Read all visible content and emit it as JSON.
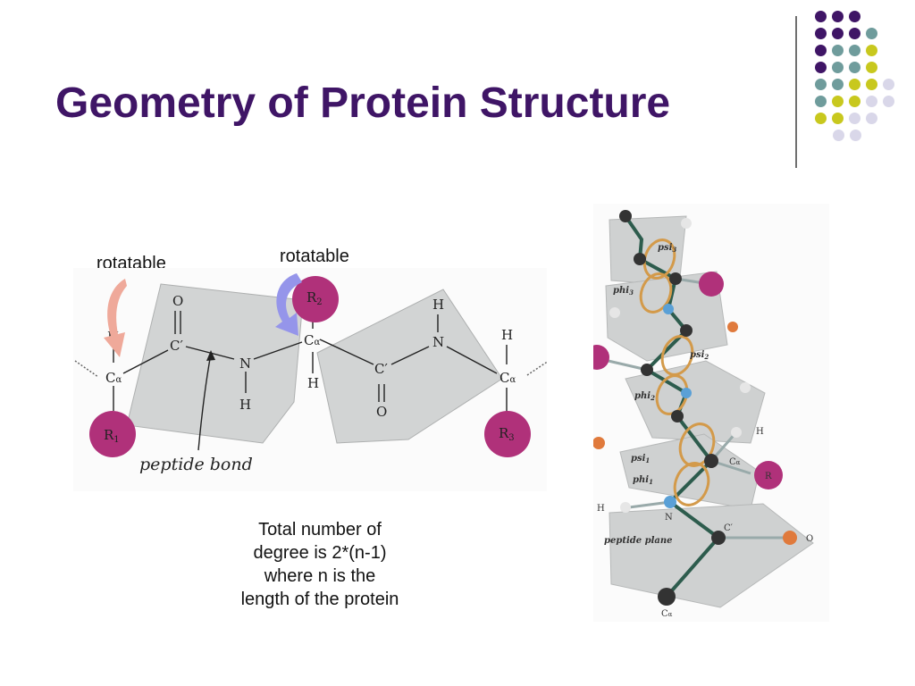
{
  "slide": {
    "title": "Geometry of Protein Structure",
    "label_rotatable_left": "rotatable",
    "label_rotatable_right": "rotatable",
    "note_lines": [
      "Total number of",
      "degree is 2*(n-1)",
      "where n is the",
      "length of the protein"
    ]
  },
  "dipeptide": {
    "atoms": {
      "o_top": "O",
      "c_prime_left": "C′",
      "n_left": "N",
      "h_n_left": "H",
      "h_ca1": "H",
      "ca1_main": "C",
      "ca1_sub": "α",
      "r1_main": "R",
      "r1_sub": "1",
      "r2_main": "R",
      "r2_sub": "2",
      "ca2_main": "C",
      "ca2_sub": "α",
      "h_ca2": "H",
      "c_prime_right": "C′",
      "o_bottom": "O",
      "h_n_right": "H",
      "n_right": "N",
      "h_ca3": "H",
      "ca3_main": "C",
      "ca3_sub": "α",
      "r3_main": "R",
      "r3_sub": "3"
    },
    "peptide_bond_label": "peptide bond"
  },
  "helix": {
    "labels": {
      "psi3": "psi",
      "psi3_sub": "3",
      "phi3": "phi",
      "phi3_sub": "3",
      "psi2": "psi",
      "psi2_sub": "2",
      "phi2": "phi",
      "phi2_sub": "2",
      "psi1": "psi",
      "psi1_sub": "1",
      "phi1": "phi",
      "phi1_sub": "1",
      "h_top": "H",
      "ca_main": "C",
      "ca_sub": "α",
      "r": "R",
      "h_left": "H",
      "n": "N",
      "c_prime": "C′",
      "o": "O",
      "peptide_plane": "peptide plane",
      "ca_bottom_main": "C",
      "ca_bottom_sub": "α"
    }
  },
  "colors": {
    "title": "#3f1566",
    "purple": "#3f1566",
    "teal": "#6f9c9c",
    "yellow": "#c8c81e",
    "lavender": "#d9d7e9",
    "plane_gray": "#d2d4d4",
    "r_group": "#b0317a",
    "arrow_salmon": "#efa99a",
    "arrow_blue": "#9595ea"
  },
  "decor_dot_grid": [
    [
      "purple",
      "purple",
      "purple"
    ],
    [
      "purple",
      "purple",
      "purple",
      "teal"
    ],
    [
      "purple",
      "teal",
      "teal",
      "yellow"
    ],
    [
      "purple",
      "teal",
      "teal",
      "yellow"
    ],
    [
      "teal",
      "teal",
      "yellow",
      "yellow",
      "lavender"
    ],
    [
      "teal",
      "yellow",
      "yellow",
      "lavender",
      "lavender"
    ],
    [
      "yellow",
      "yellow",
      "lavender",
      "lavender"
    ],
    [
      "lavender",
      "lavender"
    ]
  ]
}
